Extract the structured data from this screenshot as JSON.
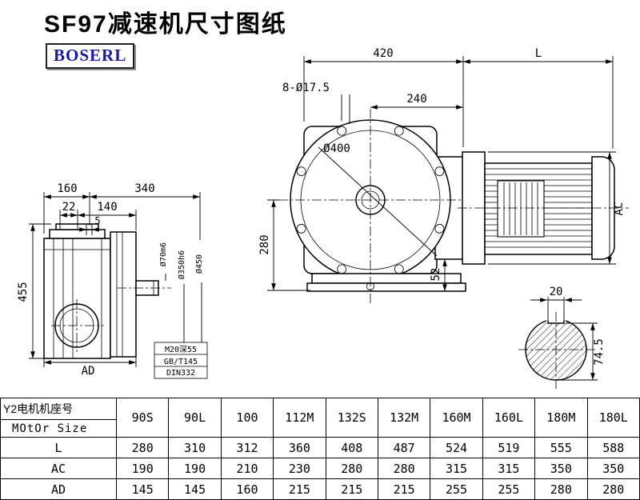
{
  "title": "SF97减速机尺寸图纸",
  "logo": "BOSERL",
  "colors": {
    "logo_text": "#1a17a0",
    "lines": "#000000"
  },
  "drawing": {
    "labels": {
      "d420": "420",
      "dL": "L",
      "bolt": "8-Ø17.5",
      "d240": "240",
      "d400": "Ø400",
      "d280": "280",
      "d52": "52",
      "dAC": "AC",
      "d160": "160",
      "d340": "340",
      "d22": "22",
      "d140": "140",
      "d5": "5",
      "d455": "455",
      "dAD": "AD",
      "d70": "Ø70m6",
      "d350": "Ø350h6",
      "d450": "Ø450",
      "thread": "M20深55",
      "std1": "GB/T145",
      "std2": "DIN332",
      "d20": "20",
      "d745": "74.5"
    }
  },
  "table": {
    "header_cn": "Y2电机机座号",
    "header_en": "MOtOr Size",
    "columns": [
      "90S",
      "90L",
      "100",
      "112M",
      "132S",
      "132M",
      "160M",
      "160L",
      "180M",
      "180L"
    ],
    "rows": [
      {
        "label": "L",
        "values": [
          "280",
          "310",
          "312",
          "360",
          "408",
          "487",
          "524",
          "519",
          "555",
          "588"
        ]
      },
      {
        "label": "AC",
        "values": [
          "190",
          "190",
          "210",
          "230",
          "280",
          "280",
          "315",
          "315",
          "350",
          "350"
        ]
      },
      {
        "label": "AD",
        "values": [
          "145",
          "145",
          "160",
          "215",
          "215",
          "215",
          "255",
          "255",
          "280",
          "280"
        ]
      }
    ]
  }
}
